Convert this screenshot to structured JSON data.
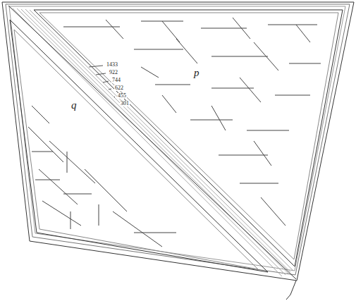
{
  "diagram": {
    "labels": [
      "1433",
      "922",
      "744",
      "622",
      "455",
      "301",
      "p",
      "q"
    ]
  }
}
